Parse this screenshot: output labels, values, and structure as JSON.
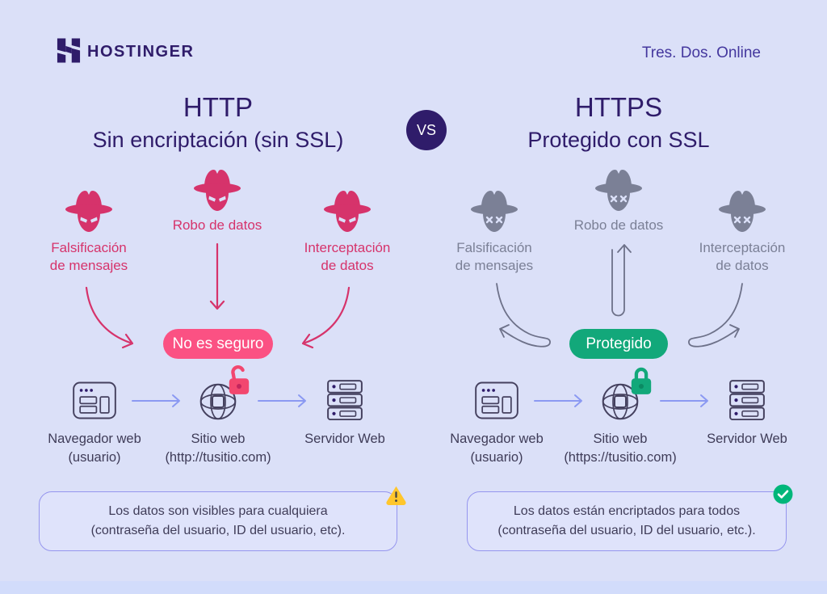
{
  "header": {
    "brand": "HOSTINGER",
    "tagline": "Tres. Dos. Online"
  },
  "vs_label": "VS",
  "panels": [
    {
      "key": "http",
      "title": "HTTP",
      "subtitle": "Sin encriptación (sin SSL)",
      "threat_icon": "spy-hat-icon",
      "threats": [
        {
          "line1": "Falsificación",
          "line2": "de mensajes"
        },
        {
          "line1": "Robo de datos",
          "line2": ""
        },
        {
          "line1": "Interceptación",
          "line2": "de datos"
        }
      ],
      "badge": "No es seguro",
      "lock_state": "open",
      "nodes": [
        {
          "icon": "browser-icon",
          "line1": "Navegador web",
          "line2": "(usuario)"
        },
        {
          "icon": "globe-icon",
          "line1": "Sitio web",
          "line2": "(http://tusitio.com)"
        },
        {
          "icon": "server-icon",
          "line1": "Servidor Web",
          "line2": ""
        }
      ],
      "note": {
        "icon": "warning-icon",
        "line1": "Los datos son visibles para cualquiera",
        "line2": "(contraseña del usuario, ID del usuario, etc)."
      }
    },
    {
      "key": "https",
      "title": "HTTPS",
      "subtitle": "Protegido con SSL",
      "threat_icon": "spy-hat-defeated-icon",
      "threats": [
        {
          "line1": "Falsificación",
          "line2": "de mensajes"
        },
        {
          "line1": "Robo de datos",
          "line2": ""
        },
        {
          "line1": "Interceptación",
          "line2": "de datos"
        }
      ],
      "badge": "Protegido",
      "lock_state": "closed",
      "nodes": [
        {
          "icon": "browser-icon",
          "line1": "Navegador web",
          "line2": "(usuario)"
        },
        {
          "icon": "globe-icon",
          "line1": "Sitio web",
          "line2": "(https://tusitio.com)"
        },
        {
          "icon": "server-icon",
          "line1": "Servidor Web",
          "line2": ""
        }
      ],
      "note": {
        "icon": "check-icon",
        "line1": "Los datos están encriptados para todos",
        "line2": "(contraseña del usuario, ID del usuario, etc.)."
      }
    }
  ],
  "colors": {
    "background": "#dbe0f8",
    "background_bottom_band": "#d2dcfb",
    "dark_purple": "#2f1c6a",
    "tagline_purple": "#44379e",
    "threat_pink": "#d6336b",
    "badge_pink": "#fb5183",
    "lock_pink": "#f2476f",
    "lock_pink_dark": "#c2255d",
    "threat_gray": "#7b8096",
    "arrow_gray": "#6d7189",
    "badge_green": "#12a87a",
    "lock_green": "#12a87a",
    "lock_green_dark": "#0b8a63",
    "check_green": "#00b67a",
    "warning_yellow": "#ffc62c",
    "warning_glyph": "#454545",
    "icon_outline": "#45415f",
    "icon_dot": "#2f1c6a",
    "connector_blue": "#8b99f2",
    "box_border": "#9595ee",
    "box_background": "#dfe3fb",
    "text_dark": "#3f3c58"
  }
}
